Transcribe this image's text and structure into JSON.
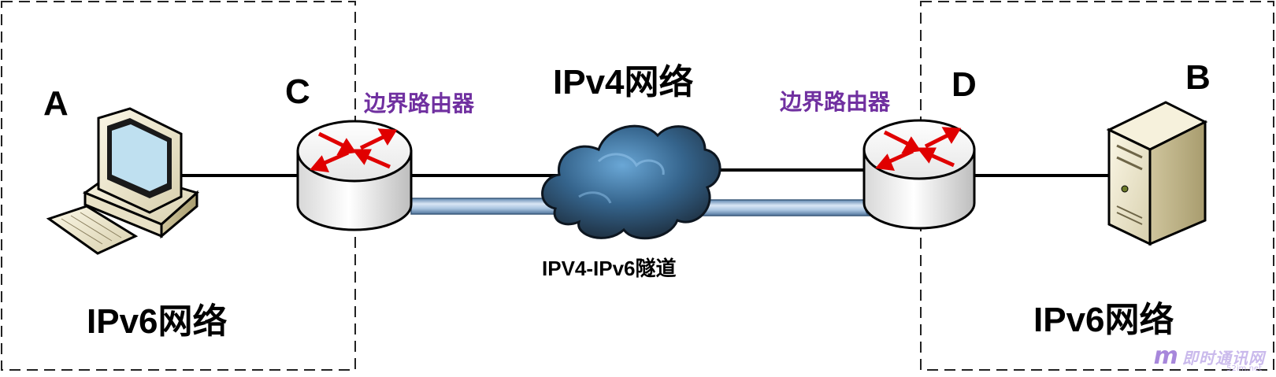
{
  "nodes": {
    "a": "A",
    "b": "B",
    "c": "C",
    "d": "D"
  },
  "networks": {
    "center": "IPv4网络",
    "left": "IPv6网络",
    "right": "IPv6网络"
  },
  "routers": {
    "left_caption": "边界路由器",
    "right_caption": "边界路由器"
  },
  "tunnel": {
    "caption": "IPV4-IPv6隧道"
  },
  "watermark": {
    "site": "即时通讯网",
    "url": "52im.net"
  },
  "colors": {
    "router_caption": "#7030a0",
    "router_arrows": "#e00000",
    "tunnel_pipe": "#8fb3d6",
    "cloud": "#3a6f9a"
  }
}
